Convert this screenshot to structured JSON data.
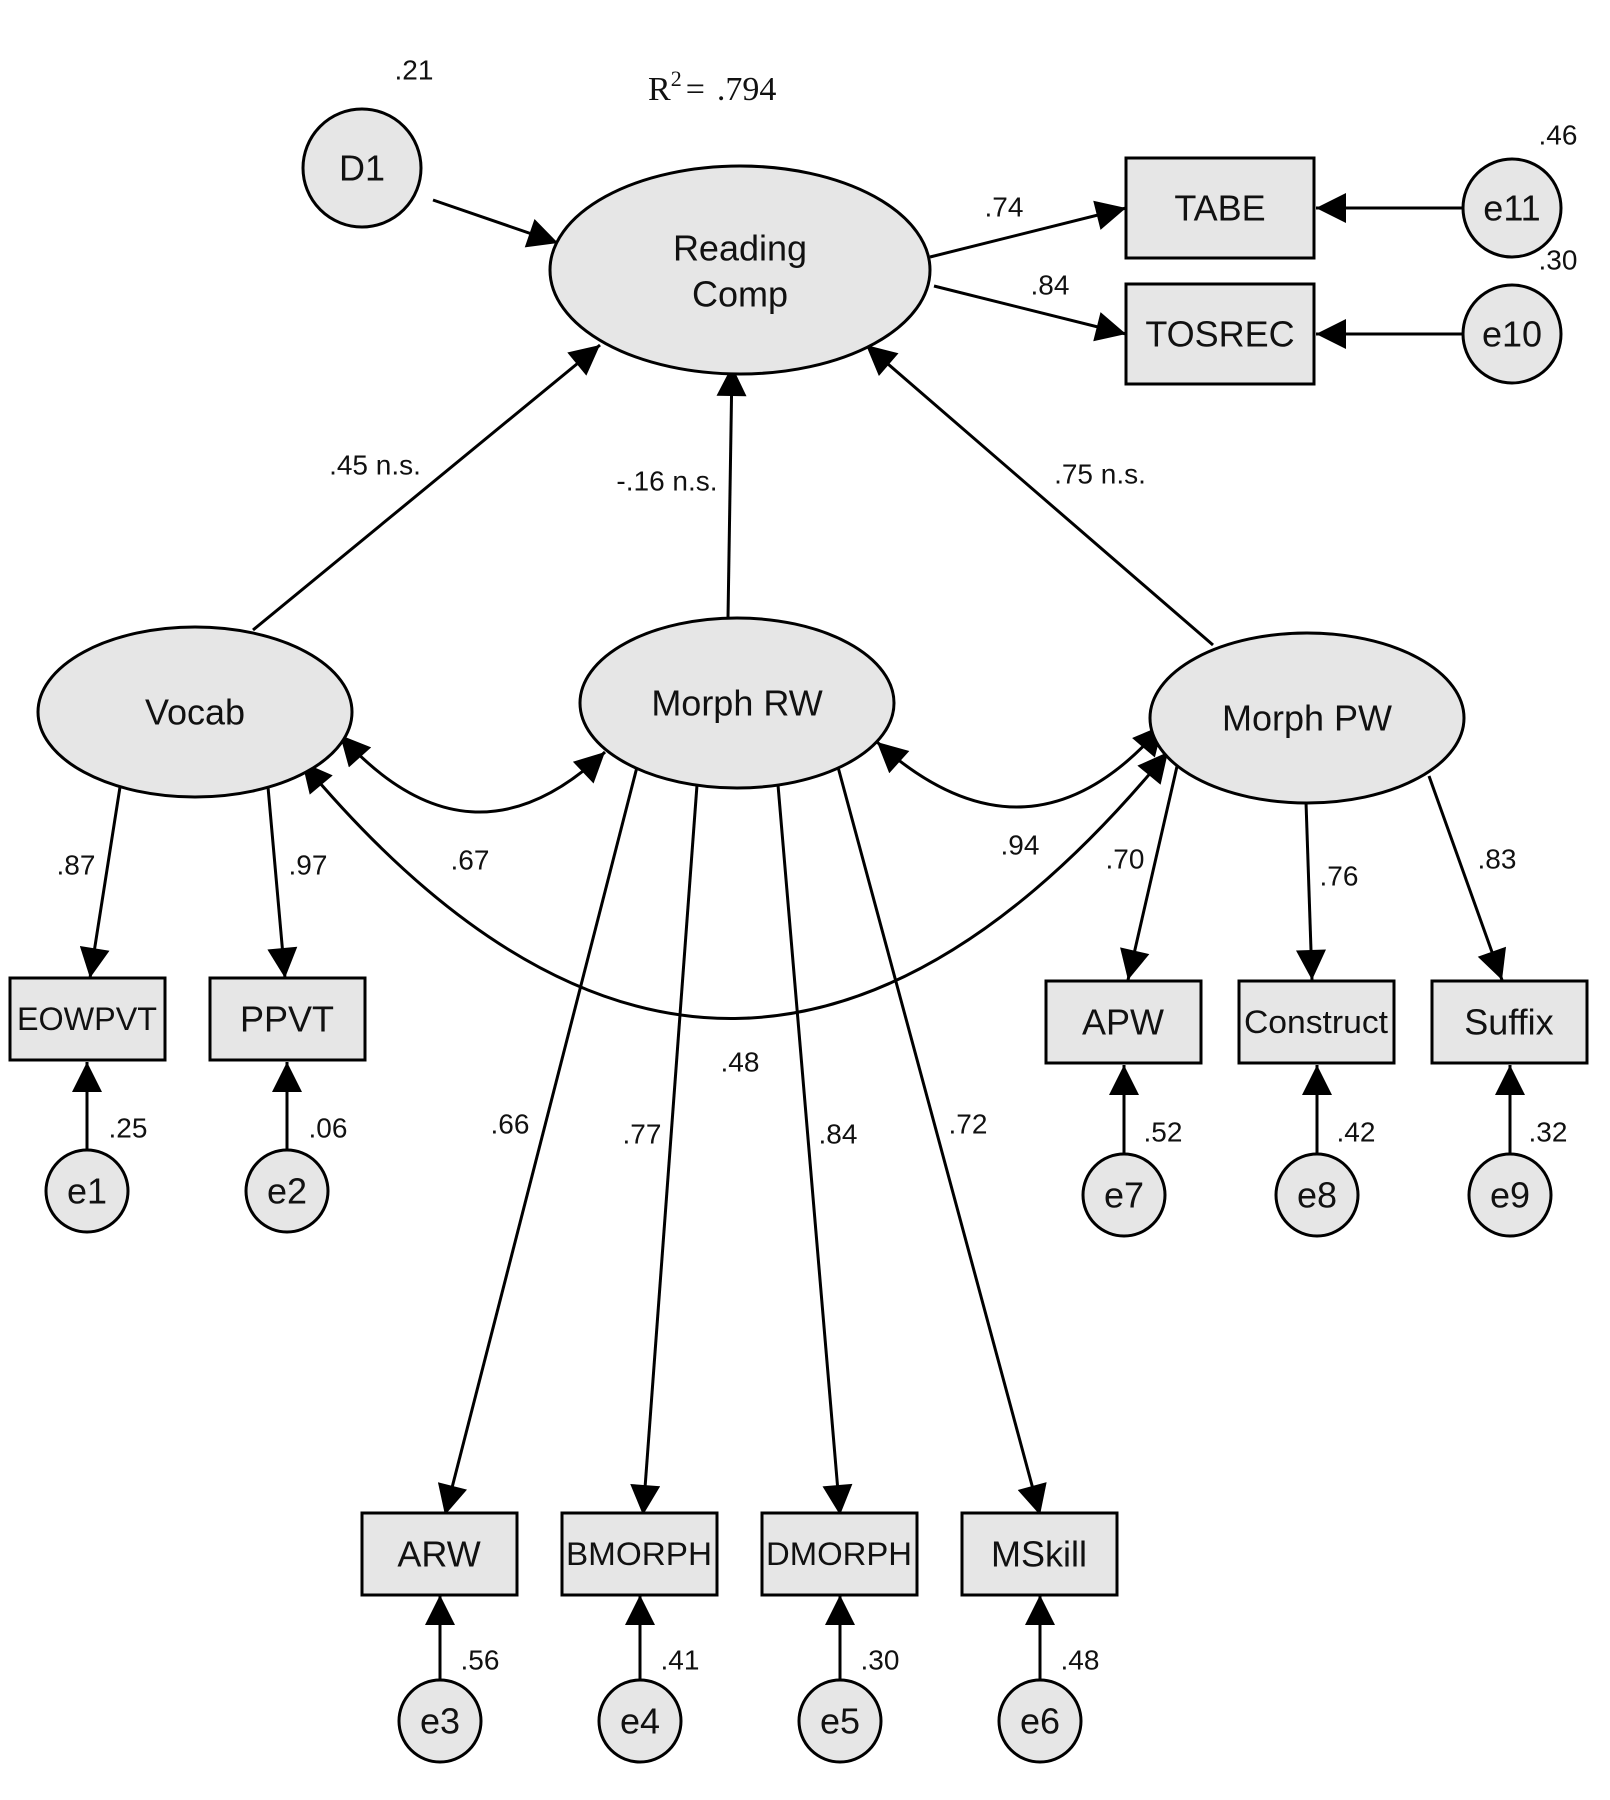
{
  "r2": {
    "label": "R",
    "sup": "2",
    "equals": "=",
    "value": ".794"
  },
  "nodes": {
    "d1": "D1",
    "reading_comp": [
      "Reading",
      "Comp"
    ],
    "tabe": "TABE",
    "tosrec": "TOSREC",
    "e11": "e11",
    "e10": "e10",
    "vocab": "Vocab",
    "morph_rw": "Morph RW",
    "morph_pw": "Morph PW",
    "eowpvt": "EOWPVT",
    "ppvt": "PPVT",
    "apw": "APW",
    "construct": "Construct",
    "suffix": "Suffix",
    "arw": "ARW",
    "bmorph": "BMORPH",
    "dmorph": "DMORPH",
    "mskill": "MSkill",
    "e1": "e1",
    "e2": "e2",
    "e3": "e3",
    "e4": "e4",
    "e5": "e5",
    "e6": "e6",
    "e7": "e7",
    "e8": "e8",
    "e9": "e9"
  },
  "coefficients": {
    "d1_var": ".21",
    "e11_var": ".46",
    "e10_var": ".30",
    "rc_tabe": ".74",
    "rc_tosrec": ".84",
    "vocab_rc": ".45 n.s.",
    "morphrw_rc": "-.16 n.s.",
    "morphpw_rc": ".75 n.s.",
    "vocab_eowpvt": ".87",
    "vocab_ppvt": ".97",
    "vocab_morphrw": ".67",
    "morphrw_morphpw": ".94",
    "vocab_morphpw": ".48",
    "morphpw_apw": ".70",
    "morphpw_construct": ".76",
    "morphpw_suffix": ".83",
    "morphrw_arw": ".66",
    "morphrw_bmorph": ".77",
    "morphrw_dmorph": ".84",
    "morphrw_mskill": ".72",
    "e1_val": ".25",
    "e2_val": ".06",
    "e7_val": ".52",
    "e8_val": ".42",
    "e9_val": ".32",
    "e3_val": ".56",
    "e4_val": ".41",
    "e5_val": ".30",
    "e6_val": ".48"
  }
}
